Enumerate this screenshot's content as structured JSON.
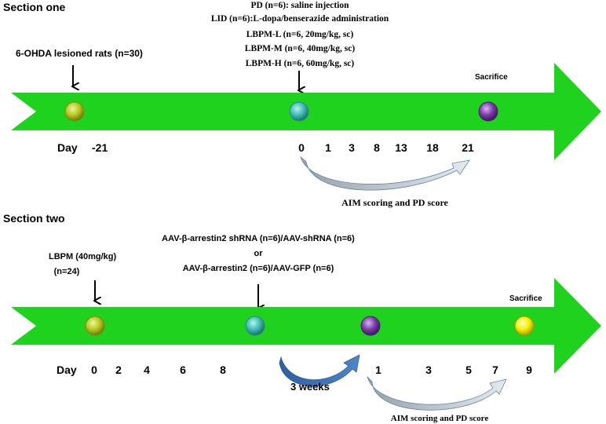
{
  "section_one": {
    "title": "Section one",
    "left_label": "6-OHDA lesioned rats (n=30)",
    "groups": [
      "PD (n=6):  saline injection",
      "LID (n=6):L-dopa/benserazide  administration",
      "LBPM-L (n=6, 20mg/kg, sc)",
      "LBPM-M (n=6, 40mg/kg, sc)",
      "LBPM-H (n=6, 60mg/kg,  sc)"
    ],
    "sacrifice": "Sacrifice",
    "day_label": "Day",
    "day_start": "-21",
    "days": [
      "0",
      "1",
      "3",
      "8",
      "13",
      "18",
      "21"
    ],
    "scoring": "AIM scoring and PD score"
  },
  "section_two": {
    "title": "Section two",
    "left_label_line1": "LBPM (40mg/kg)",
    "left_label_line2": "(n=24)",
    "injection_line1": "AAV-β-arrestin2 shRNA (n=6)/AAV-shRNA (n=6)",
    "injection_or": "or",
    "injection_line2": "AAV-β-arrestin2 (n=6)/AAV-GFP (n=6)",
    "sacrifice": "Sacrifice",
    "day_label": "Day",
    "days_a": [
      "0",
      "2",
      "4",
      "6",
      "8"
    ],
    "gap_label": "3 weeks",
    "days_b": [
      "1",
      "3",
      "5",
      "7",
      "9"
    ],
    "scoring": "AIM scoring and PD score"
  },
  "colors": {
    "arrow_green": "#1ed21e",
    "dot_yellow_green": "#b4c81e",
    "dot_teal": "#3cbcb4",
    "dot_purple": "#7a3aa8",
    "dot_yellow": "#f5f000"
  }
}
